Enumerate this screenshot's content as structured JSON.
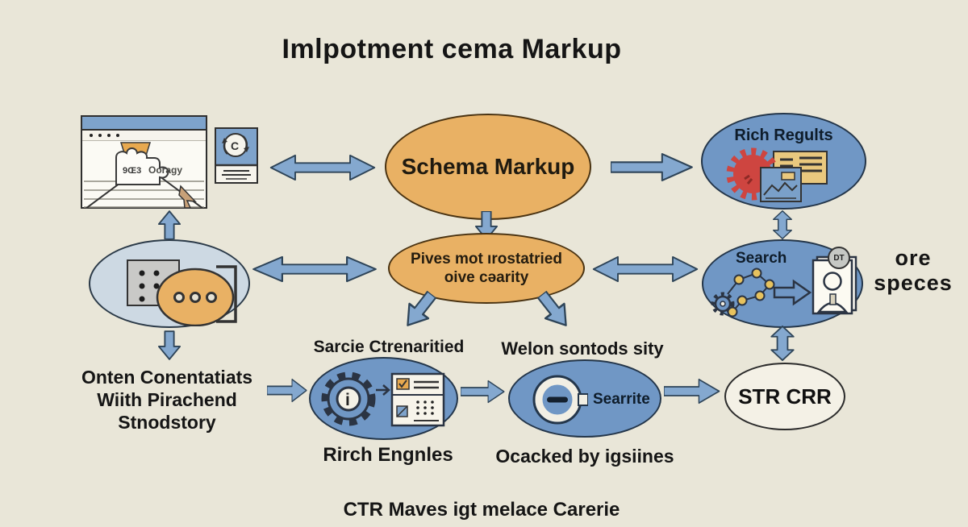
{
  "title": "Imlpotment cema Markup",
  "footer": "CTR Maves igt melace Carerie",
  "browser": {
    "icon_text": "9Œ3",
    "label": "Ooragy"
  },
  "browser_card": {
    "glyph": "C"
  },
  "schema": {
    "label": "Schema Markup"
  },
  "rich_results": {
    "label": "Rich Regults"
  },
  "structured": {
    "line1": "Pives mot ırostatried",
    "line2": "oive cəarity"
  },
  "search": {
    "label": "Search",
    "badge": "DT",
    "side_text": "ore speces"
  },
  "content_block": {
    "line1": "Onten Conentatiats",
    "line2": "Wiith Pirachend",
    "line3": "Stnodstory"
  },
  "crawl": {
    "top_label": "Sarcie Ctrenaritied",
    "gear_glyph": "i",
    "bottom_label": "Rirch Engnles"
  },
  "site_search": {
    "top_label": "Welon sontods sity",
    "label": "Searrite",
    "bottom_label": "Ocacked by igsiines"
  },
  "ctr": {
    "label": "STR CRR"
  },
  "colors": {
    "background": "#e9e6d8",
    "ellipse_blue": "#7097c5",
    "ellipse_orange": "#e9b164",
    "ellipse_light": "#cdd9e3",
    "arrow_fill": "#84a8cf",
    "accent_red": "#ce4540",
    "card_tan": "#e9c87e"
  }
}
